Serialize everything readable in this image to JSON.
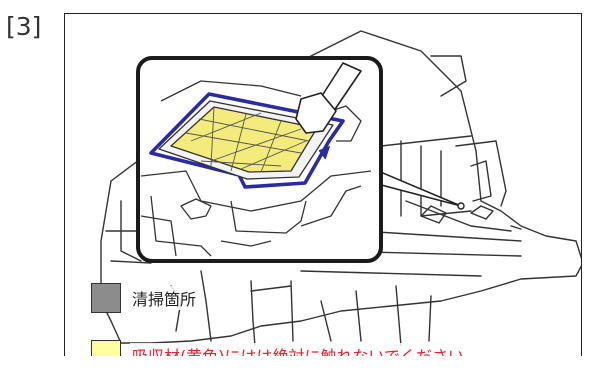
{
  "step": {
    "label": "[3]"
  },
  "legend": [
    {
      "name": "cleaning-area",
      "text": "清掃箇所",
      "color": "#8c8c8c",
      "text_color": "#222222"
    },
    {
      "name": "absorbent-warning",
      "text": "吸収材(黄色)にはは絶対に触れないでください。",
      "color": "#ffffa0",
      "text_color": "#e8202a"
    }
  ],
  "colors": {
    "highlight_outline": "#2a2aa8",
    "absorbent": "#f3ec7c",
    "line": "#222222"
  }
}
